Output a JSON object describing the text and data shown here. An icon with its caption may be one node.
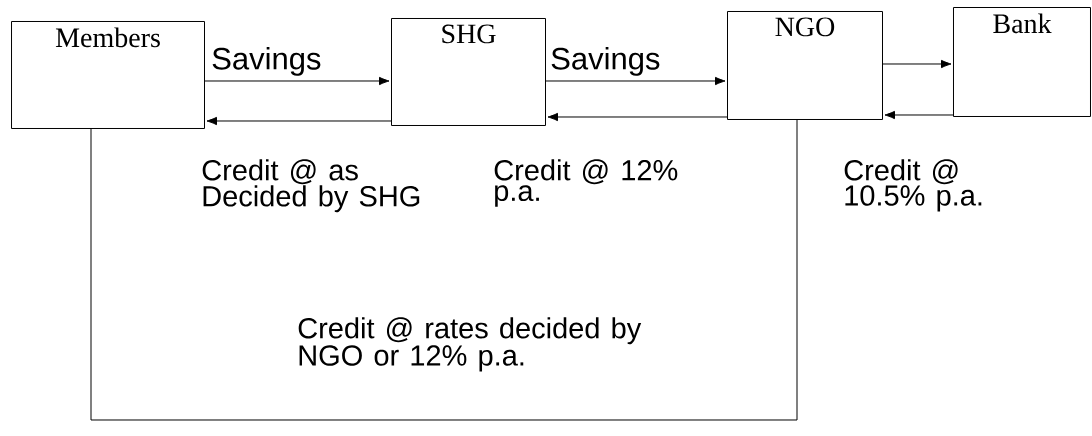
{
  "diagram": {
    "nodes": [
      {
        "text": [
          "Members"
        ]
      },
      {
        "text": [
          "SHG"
        ]
      },
      {
        "text": [
          "NGO"
        ]
      },
      {
        "text": [
          "Bank"
        ]
      }
    ],
    "edges": [
      {
        "from": 0,
        "to": 1,
        "arrow": "to",
        "label": "Savings"
      },
      {
        "from": 1,
        "to": 0,
        "arrow": "to",
        "label": "Credit @ as Decided by SHG"
      },
      {
        "from": 1,
        "to": 2,
        "arrow": "to",
        "label": "Savings"
      },
      {
        "from": 2,
        "to": 1,
        "arrow": "to",
        "label": "Credit @ 12% p.a."
      },
      {
        "from": 2,
        "to": 3,
        "arrow": "to"
      },
      {
        "from": 3,
        "to": 2,
        "arrow": "to",
        "label": "Credit @ 10.5% p.a."
      },
      {
        "from": 0,
        "to": 2,
        "arrow": "none",
        "label": "Credit @ rates decided by NGO or 12% p.a."
      }
    ]
  }
}
